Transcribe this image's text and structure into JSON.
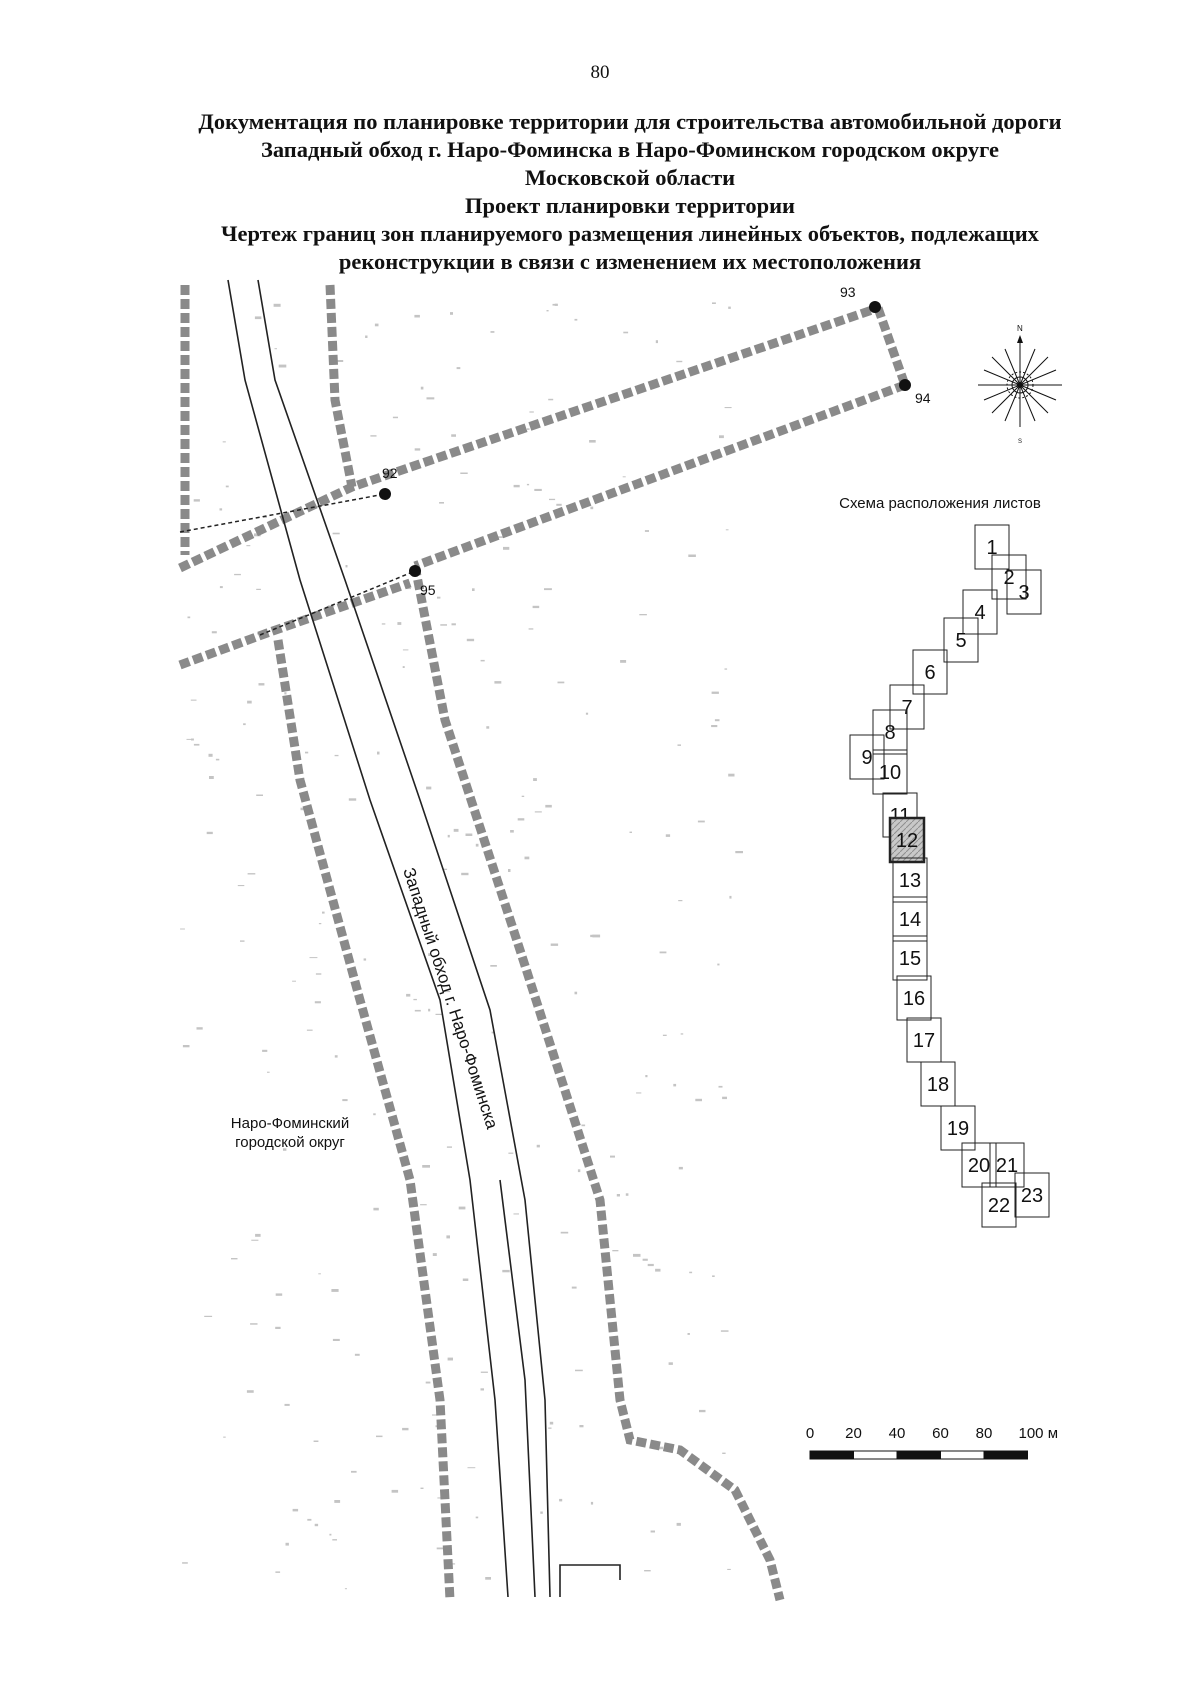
{
  "page_number": "80",
  "title_lines": [
    "Документация по планировке территории для строительства автомобильной дороги",
    "Западный обход г. Наро-Фоминска в Наро-Фоминском городском округе",
    "Московской области",
    "Проект планировки территории",
    "Чертеж границ зон планируемого размещения линейных объектов, подлежащих",
    "реконструкции в связи с изменением их местоположения"
  ],
  "map": {
    "points": [
      "92",
      "93",
      "94",
      "95"
    ],
    "road_label": "Западный обход г. Наро-Фоминска",
    "district_label": [
      "Наро-Фоминский",
      "городской округ"
    ],
    "compass_north": "N",
    "compass_south": "S"
  },
  "sheet_scheme": {
    "title": "Схема расположения листов",
    "sheets": [
      "1",
      "2",
      "3",
      "4",
      "5",
      "6",
      "7",
      "8",
      "9",
      "10",
      "11",
      "12",
      "13",
      "14",
      "15",
      "16",
      "17",
      "18",
      "19",
      "20",
      "21",
      "22",
      "23"
    ],
    "highlighted_sheet": "12"
  },
  "scale_bar": {
    "ticks": [
      "0",
      "20",
      "40",
      "60",
      "80",
      "100 м"
    ]
  },
  "colors": {
    "boundary": "#8a8a8a",
    "line": "#222222",
    "highlight": "#b9b9b9"
  }
}
